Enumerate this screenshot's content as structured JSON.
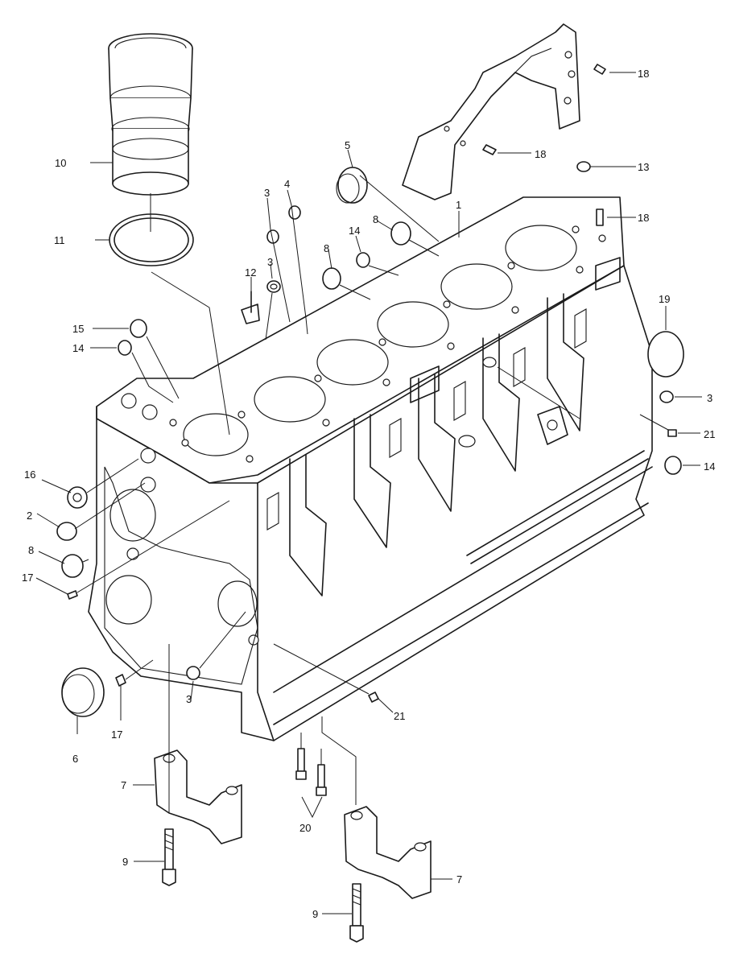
{
  "callouts": {
    "c1": "1",
    "c2": "2",
    "c3a": "3",
    "c3b": "3",
    "c3c": "3",
    "c3d": "3",
    "c4": "4",
    "c5": "5",
    "c6": "6",
    "c7a": "7",
    "c7b": "7",
    "c8a": "8",
    "c8b": "8",
    "c8c": "8",
    "c9a": "9",
    "c9b": "9",
    "c10": "10",
    "c11": "11",
    "c12": "12",
    "c13": "13",
    "c14a": "14",
    "c14b": "14",
    "c14c": "14",
    "c15": "15",
    "c16": "16",
    "c17a": "17",
    "c17b": "17",
    "c18a": "18",
    "c18b": "18",
    "c18c": "18",
    "c19": "19",
    "c20": "20",
    "c21a": "21",
    "c21b": "21"
  },
  "colors": {
    "line": "#1a1a1a",
    "background": "#ffffff"
  }
}
